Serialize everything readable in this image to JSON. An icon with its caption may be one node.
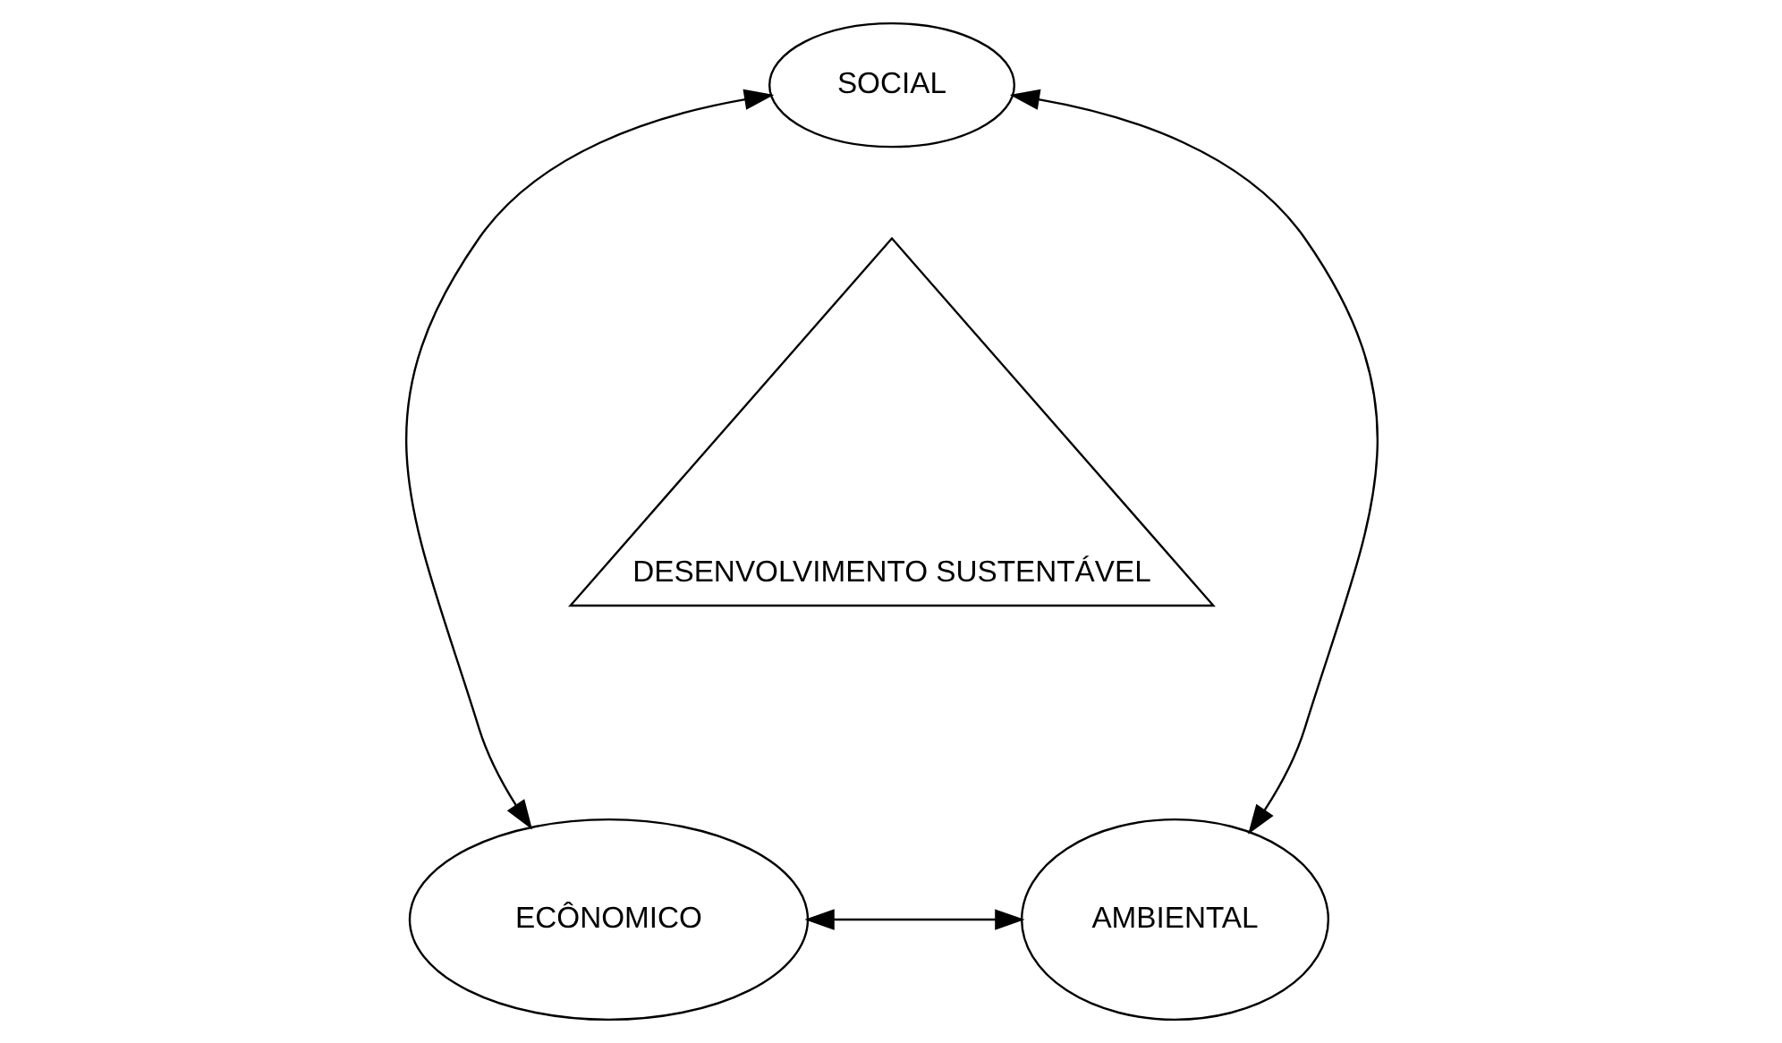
{
  "diagram": {
    "nodes": [
      {
        "text": [
          "SOCIAL"
        ]
      },
      {
        "text": [
          "ECÔNOMICO"
        ]
      },
      {
        "text": [
          "AMBIENTAL"
        ]
      },
      {
        "text": [
          "DESENVOLVIMENTO SUSTENTÁVEL"
        ]
      }
    ],
    "edges": [
      {
        "from": 0,
        "to": 1,
        "arrow": "both"
      },
      {
        "from": 0,
        "to": 2,
        "arrow": "both"
      },
      {
        "from": 1,
        "to": 2,
        "arrow": "both"
      }
    ]
  }
}
